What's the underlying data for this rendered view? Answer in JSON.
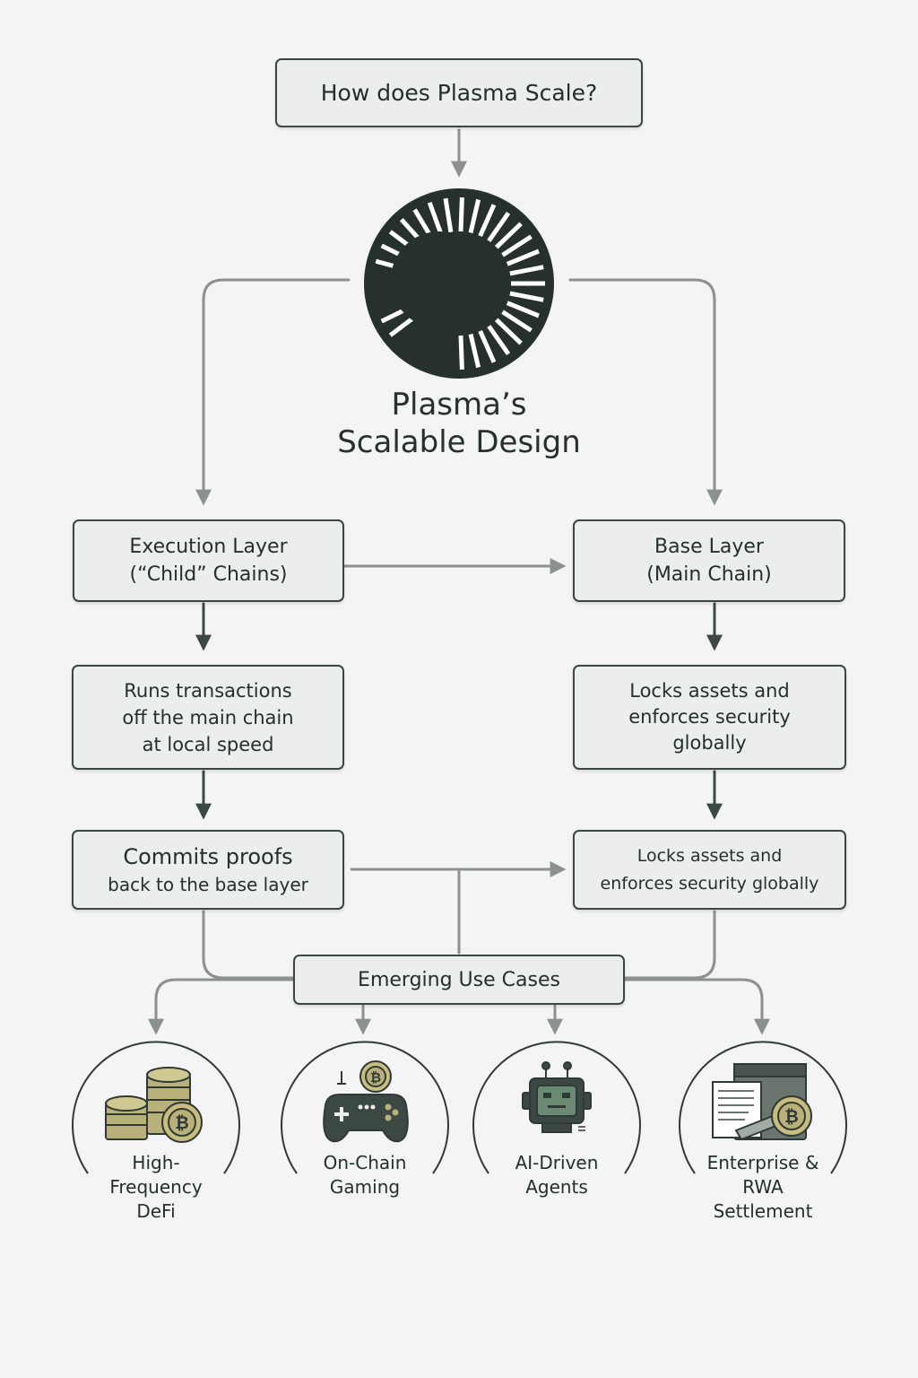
{
  "title": "How does Plasma Scale?",
  "design_title": [
    "Plasma’s",
    "Scalable Design"
  ],
  "execution_layer": [
    "Execution Layer",
    "(“Child” Chains)"
  ],
  "base_layer": [
    "Base Layer",
    "(Main Chain)"
  ],
  "execution_detail": [
    "Runs transactions",
    "off the main chain",
    "at local speed"
  ],
  "base_detail": [
    "Locks assets and",
    "enforces security",
    "globally"
  ],
  "commits": [
    "Commits proofs",
    "back to the base layer"
  ],
  "base_detail_2": [
    "Locks assets and",
    "enforces security globally"
  ],
  "use_cases_title": "Emerging Use Cases",
  "use_cases": [
    {
      "label": [
        "High-",
        "Frequency",
        "DeFi"
      ],
      "icon": "coin-stack-bitcoin-icon"
    },
    {
      "label": [
        "On-Chain",
        "Gaming"
      ],
      "icon": "gamepad-bitcoin-icon"
    },
    {
      "label": [
        "AI-Driven",
        "Agents"
      ],
      "icon": "robot-icon"
    },
    {
      "label": [
        "Enterprise &",
        "RWA",
        "Settlement"
      ],
      "icon": "document-vault-bitcoin-icon"
    }
  ],
  "colors": {
    "background": "#f4f4f6",
    "box_fill": "#eceeec",
    "box_border": "#3c4640",
    "connector": "#8b918e",
    "dark_arrow": "#3b4843",
    "logo": "#26302c",
    "coin": "#b9b07a"
  }
}
